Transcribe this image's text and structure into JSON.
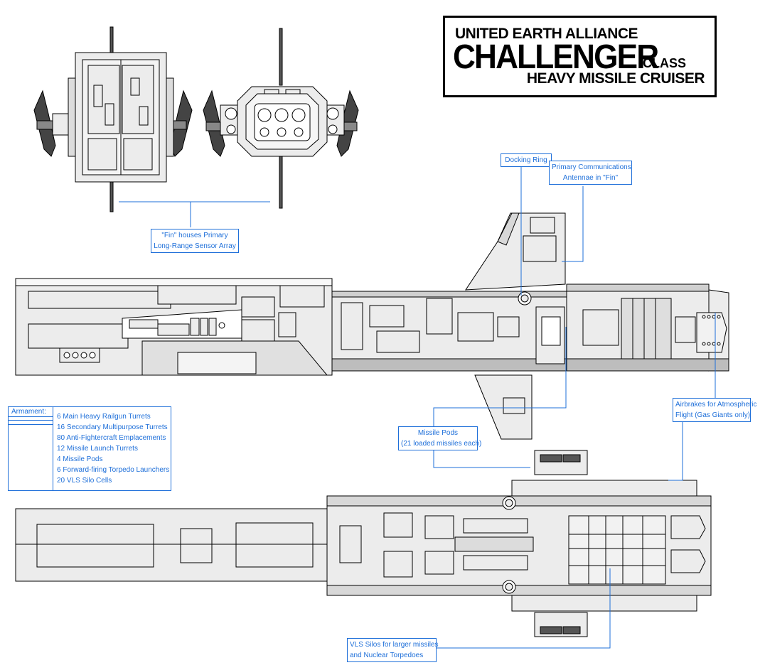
{
  "title": {
    "line1": "UNITED EARTH ALLIANCE",
    "main": "CHALLENGER",
    "class_suffix": "CLASS",
    "line3": "HEAVY MISSILE CRUISER"
  },
  "callouts": {
    "docking_ring": "Docking Ring",
    "primary_comms": [
      "Primary Communications",
      "Antennae in \"Fin\""
    ],
    "fin_sensor": [
      "\"Fin\" houses Primary",
      "Long-Range Sensor Array"
    ],
    "missile_pods": [
      "Missile Pods",
      "(21 loaded missiles each)"
    ],
    "airbrakes": [
      "Airbrakes for Atmospheric",
      "Flight (Gas Giants only)"
    ],
    "vls_silos": [
      "VLS Silos for larger missiles",
      "and Nuclear Torpedoes"
    ]
  },
  "armament": {
    "heading": "Armament:",
    "items": [
      "6 Main Heavy  Railgun Turrets",
      "16 Secondary Multipurpose Turrets",
      "80 Anti-Fightercraft Emplacements",
      "12 Missile Launch Turrets",
      "4 Missile Pods",
      "6 Forward-firing Torpedo Launchers",
      "20 VLS Silo Cells"
    ]
  },
  "colors": {
    "hull_fill": "#ececec",
    "hull_dark": "#bdbdbd",
    "line": "#000000",
    "callout": "#1e6fd9"
  },
  "views": [
    "front-view",
    "rear-view",
    "side-view",
    "top-view"
  ]
}
